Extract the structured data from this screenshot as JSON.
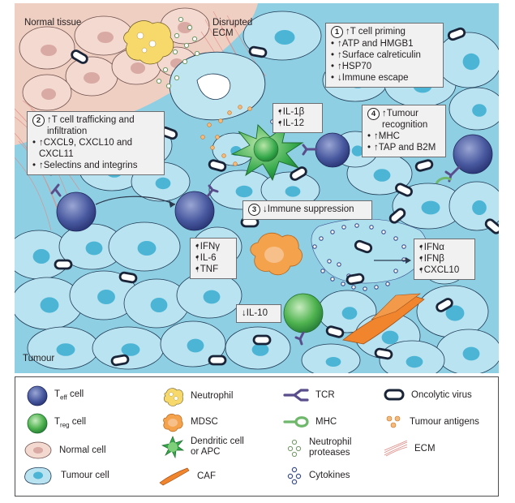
{
  "scene": {
    "normal_tissue": "Normal tissue",
    "disrupted_ecm": "Disrupted\nECM",
    "tumour": "Tumour"
  },
  "callouts": {
    "priming": {
      "number": "1",
      "title": "↑T cell priming",
      "items": [
        "↑ATP and HMGB1",
        "↑Surface calreticulin",
        "↑HSP70",
        "↓Immune escape"
      ]
    },
    "trafficking": {
      "number": "2",
      "title": "↑T cell trafficking and infiltration",
      "items": [
        "↑CXCL9, CXCL10 and CXCL11",
        "↑Selectins and integrins"
      ]
    },
    "suppression": {
      "number": "3",
      "title": "↓Immune suppression"
    },
    "recognition": {
      "number": "4",
      "title": "↑Tumour recognition",
      "items": [
        "↑MHC",
        "↑TAP and B2M"
      ]
    },
    "dc_cytokines": [
      "↑IL-1β",
      "↑IL-12"
    ],
    "teff_cytokines": [
      "↑IFNγ",
      "↑IL-6",
      "↑TNF"
    ],
    "ifn": [
      "↑IFNα",
      "↑IFNβ",
      "↑CXCL10"
    ],
    "il10": "↓IL-10"
  },
  "legend": {
    "teff": {
      "main": "T",
      "sub": "eff",
      "rest": " cell"
    },
    "treg": {
      "main": "T",
      "sub": "reg",
      "rest": " cell"
    },
    "normal_cell": "Normal cell",
    "tumour_cell": "Tumour cell",
    "neutrophil": "Neutrophil",
    "mdsc": "MDSC",
    "dendritic": "Dendritic cell\nor APC",
    "caf": "CAF",
    "tcr": "TCR",
    "mhc": "MHC",
    "neutrophil_proteases": "Neutrophil\nproteases",
    "cytokines": "Cytokines",
    "oncolytic_virus": "Oncolytic virus",
    "tumour_antigens": "Tumour antigens",
    "ecm": "ECM"
  },
  "colors": {
    "tumour_cell": "#b9e3f0",
    "tumour_nucleus": "#4cb5d5",
    "normal_cell": "#f3d9d0",
    "normal_nucleus": "#d9a9a3",
    "teff": "#3a4a8f",
    "treg": "#3aa04a",
    "dendritic": "#2e9e47",
    "mdsc": "#f39a3c",
    "neutrophil": "#f7d96b",
    "caf": "#f0852d",
    "ecm": "#e79a93",
    "virus_outline": "#1a2438",
    "cytokine": "#3b4e8c",
    "antigen": "#f0a050",
    "protease": "#a9c79f"
  }
}
